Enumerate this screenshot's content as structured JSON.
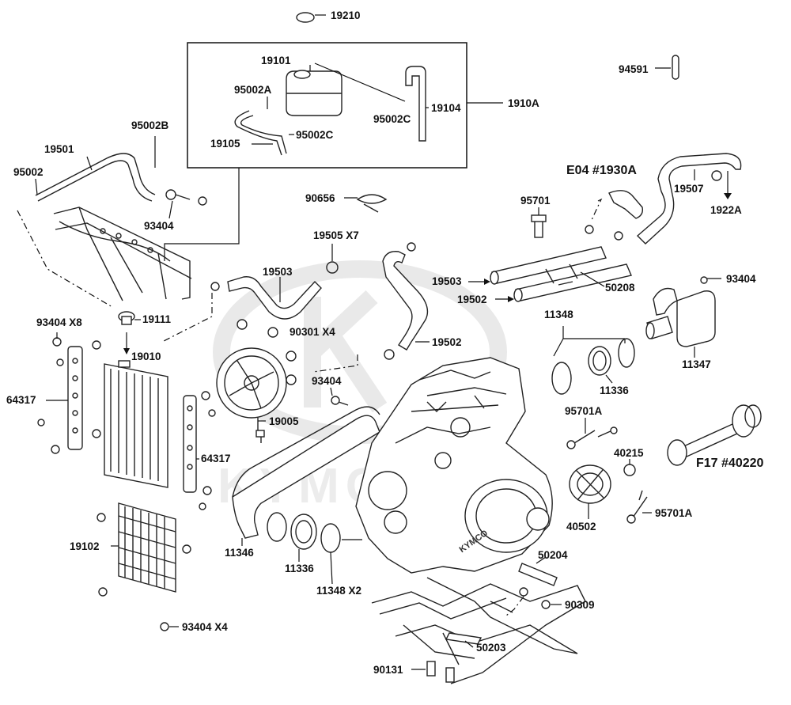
{
  "diagram": {
    "brand_watermark": "KYMCO",
    "engine_brand": "KYMCO",
    "labels": {
      "l19210": "19210",
      "l19101": "19101",
      "l95002A": "95002A",
      "l19104": "19104",
      "l1910A": "1910A",
      "l95002C_a": "95002C",
      "l19105": "19105",
      "l95002C_b": "95002C",
      "l94591": "94591",
      "l95002B": "95002B",
      "l19501": "19501",
      "l95002": "95002",
      "l93404_a": "93404",
      "l90656": "90656",
      "l95701": "95701",
      "lE04": "E04 #1930A",
      "l19507": "19507",
      "l1922A": "1922A",
      "l19505": "19505 X7",
      "l19503_a": "19503",
      "l19503_b": "19503",
      "l50208": "50208",
      "l19502_a": "19502",
      "l19502_b": "19502",
      "l93404_b": "93404",
      "l93404X8": "93404 X8",
      "l19111": "19111",
      "l90301": "90301 X4",
      "l11348_a": "11348",
      "l11336_a": "11336",
      "l11347": "11347",
      "l19010": "19010",
      "l93404_c": "93404",
      "l64317_a": "64317",
      "l19005": "19005",
      "l95701A_a": "95701A",
      "l40215": "40215",
      "lF17": "F17 #40220",
      "l64317_b": "64317",
      "l40502": "40502",
      "l95701A_b": "95701A",
      "l19102": "19102",
      "l11346": "11346",
      "l11336_b": "11336",
      "l11348X2": "11348 X2",
      "l50204": "50204",
      "l90309": "90309",
      "l93404X4": "93404 X4",
      "l50203": "50203",
      "l90131": "90131"
    }
  }
}
